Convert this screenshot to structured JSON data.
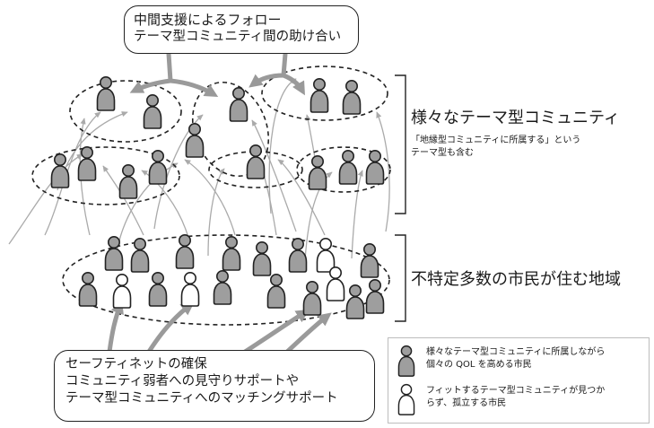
{
  "top_callout": {
    "line1": "中間支援によるフォロー",
    "line2": "テーマ型コミュニティ間の助け合い"
  },
  "themes_label": {
    "title": "様々なテーマ型コミュニティ",
    "note_line1": "「地縁型コミュニティに所属する」という",
    "note_line2": "テーマ型も含む"
  },
  "region_label": {
    "title": "不特定多数の市民が住む地域"
  },
  "bottom_callout": {
    "line1": "セーフティネットの確保",
    "line2": "コミュニティ弱者への見守りサポートや",
    "line3": "テーマ型コミュニティへのマッチングサポート"
  },
  "legend": {
    "gray_line1": "様々なテーマ型コミュニティに所属しながら",
    "gray_line2": "個々の QOL を高める市民",
    "white_line1": "フィットするテーマ型コミュニティが見つか",
    "white_line2": "らず、孤立する市民"
  },
  "colors": {
    "member_fill": "#9e9e9e",
    "isolated_fill": "#ffffff",
    "outline": "#222222",
    "thin_arrow": "#aaaaaa",
    "thick_arrow": "#9a9a9a"
  },
  "icons": {
    "member": "gray-person-icon",
    "isolated": "white-person-icon"
  }
}
